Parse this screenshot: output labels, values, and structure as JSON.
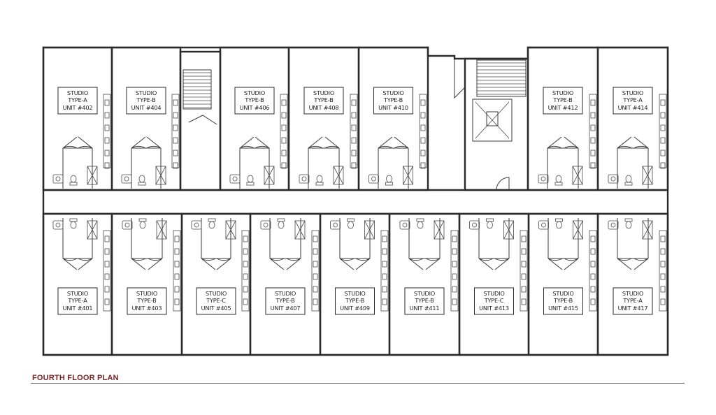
{
  "page": {
    "title": "FOURTH FLOOR PLAN"
  },
  "units_north": [
    {
      "type": "STUDIO",
      "subtype": "TYPE-A",
      "unit": "UNIT #402"
    },
    {
      "type": "STUDIO",
      "subtype": "TYPE-B",
      "unit": "UNIT #404"
    },
    {
      "type": "STUDIO",
      "subtype": "TYPE-B",
      "unit": "UNIT #406"
    },
    {
      "type": "STUDIO",
      "subtype": "TYPE-B",
      "unit": "UNIT #408"
    },
    {
      "type": "STUDIO",
      "subtype": "TYPE-B",
      "unit": "UNIT #410"
    },
    {
      "type": "STUDIO",
      "subtype": "TYPE-B",
      "unit": "UNIT #412"
    },
    {
      "type": "STUDIO",
      "subtype": "TYPE-A",
      "unit": "UNIT #414"
    }
  ],
  "units_south": [
    {
      "type": "STUDIO",
      "subtype": "TYPE-A",
      "unit": "UNIT #401"
    },
    {
      "type": "STUDIO",
      "subtype": "TYPE-B",
      "unit": "UNIT #403"
    },
    {
      "type": "STUDIO",
      "subtype": "TYPE-C",
      "unit": "UNIT #405"
    },
    {
      "type": "STUDIO",
      "subtype": "TYPE-B",
      "unit": "UNIT #407"
    },
    {
      "type": "STUDIO",
      "subtype": "TYPE-B",
      "unit": "UNIT #409"
    },
    {
      "type": "STUDIO",
      "subtype": "TYPE-B",
      "unit": "UNIT #411"
    },
    {
      "type": "STUDIO",
      "subtype": "TYPE-C",
      "unit": "UNIT #413"
    },
    {
      "type": "STUDIO",
      "subtype": "TYPE-B",
      "unit": "UNIT #415"
    },
    {
      "type": "STUDIO",
      "subtype": "TYPE-A",
      "unit": "UNIT #417"
    }
  ]
}
